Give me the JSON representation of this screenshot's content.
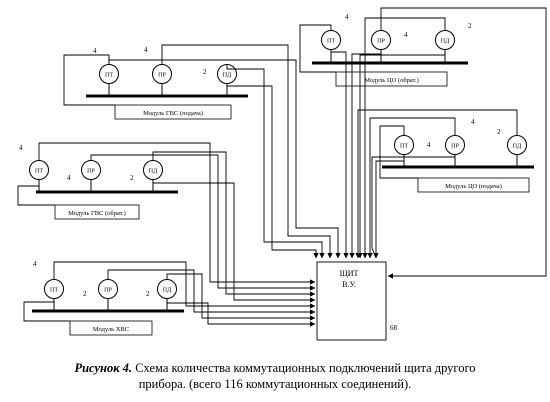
{
  "caption": {
    "prefix": "Рисунок 4.",
    "line1": " Схема количества коммутационных подключений щита другого",
    "line2": "прибора. (всего 116 коммутационных соединений)."
  },
  "panel": {
    "line1": "ЩИТ",
    "line2": "В.У.",
    "total": "68"
  },
  "modules": [
    {
      "id": "gvs-supply",
      "label": "Модуль ГВС (подача)",
      "sensors": [
        {
          "code": "ПТ",
          "count": "4"
        },
        {
          "code": "ПР",
          "count": "4"
        },
        {
          "code": "ПД",
          "count": "2"
        }
      ]
    },
    {
      "id": "co-return",
      "label": "Модуль ЦО (обрат.)",
      "sensors": [
        {
          "code": "ПТ",
          "count": "4"
        },
        {
          "code": "ПР",
          "count": "4"
        },
        {
          "code": "ПД",
          "count": "2"
        }
      ]
    },
    {
      "id": "co-supply",
      "label": "Модуль ЦО (подача)",
      "sensors": [
        {
          "code": "ПТ",
          "count": "4"
        },
        {
          "code": "ПР",
          "count": "4"
        },
        {
          "code": "ПД",
          "count": "2"
        }
      ]
    },
    {
      "id": "gvs-return",
      "label": "Модуль ГВС (обрат.)",
      "sensors": [
        {
          "code": "ПТ",
          "count": "4"
        },
        {
          "code": "ПР",
          "count": "4"
        },
        {
          "code": "ПД",
          "count": "2"
        }
      ]
    },
    {
      "id": "hvs",
      "label": "Модуль ХВС",
      "sensors": [
        {
          "code": "ПТ",
          "count": "4"
        },
        {
          "code": "ПР",
          "count": "2"
        },
        {
          "code": "ПД",
          "count": "2"
        }
      ]
    }
  ]
}
